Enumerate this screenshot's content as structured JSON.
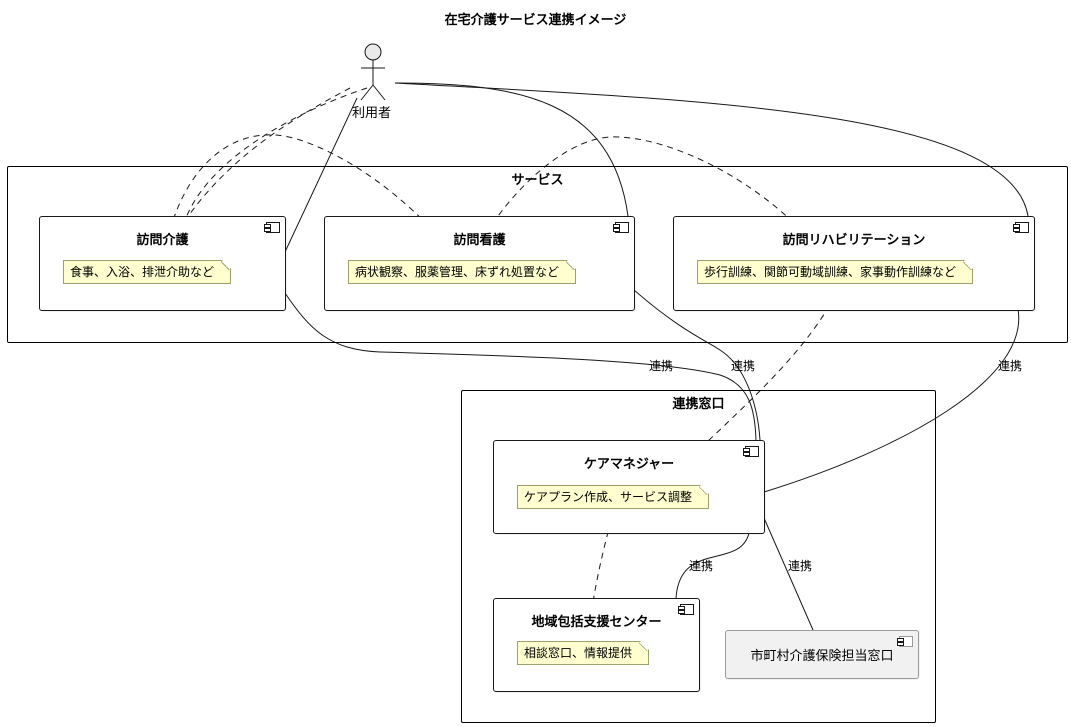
{
  "diagram": {
    "title": "在宅介護サービス連携イメージ",
    "actor": {
      "label": "利用者"
    },
    "frames": {
      "services": {
        "label": "サービス"
      },
      "liaison": {
        "label": "連携窓口"
      }
    },
    "components": {
      "home_care": {
        "label": "訪問介護",
        "note": "食事、入浴、排泄介助など"
      },
      "home_nursing": {
        "label": "訪問看護",
        "note": "病状観察、服薬管理、床ずれ処置など"
      },
      "home_rehab": {
        "label": "訪問リハビリテーション",
        "note": "歩行訓練、関節可動域訓練、家事動作訓練など"
      },
      "care_manager": {
        "label": "ケアマネジャー",
        "note": "ケアプラン作成、サービス調整"
      },
      "community_center": {
        "label": "地域包括支援センター",
        "note": "相談窓口、情報提供"
      },
      "municipal": {
        "label": "市町村介護保険担当窓口"
      }
    },
    "edge_labels": {
      "care_to_manager": "連携",
      "nursing_to_manager": "連携",
      "rehab_to_manager": "連携",
      "manager_to_center": "連携",
      "manager_to_municipal": "連携"
    },
    "colors": {
      "note_fill": "#fefece",
      "note_border": "#a0a06a",
      "line": "#181818",
      "gray_component": "#f1f1f1"
    }
  }
}
